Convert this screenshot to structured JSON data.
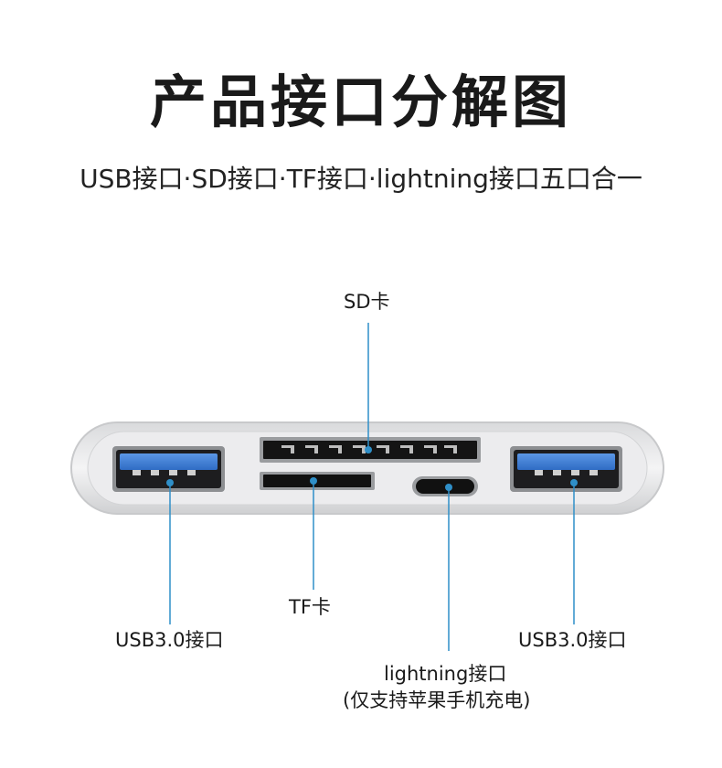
{
  "header": {
    "title": "产品接口分解图",
    "subtitle": "USB接口·SD接口·TF接口·lightning接口五口合一"
  },
  "callouts": {
    "sd": "SD卡",
    "tf": "TF卡",
    "usb_left": "USB3.0接口",
    "usb_right": "USB3.0接口",
    "lightning": "lightning接口",
    "lightning_note": "(仅支持苹果手机充电)"
  },
  "colors": {
    "leader_line": "#2f8fc8",
    "usb_blue": "#3f7fd6",
    "body_silver": "#e6e7e9",
    "slot_black": "#111111"
  }
}
